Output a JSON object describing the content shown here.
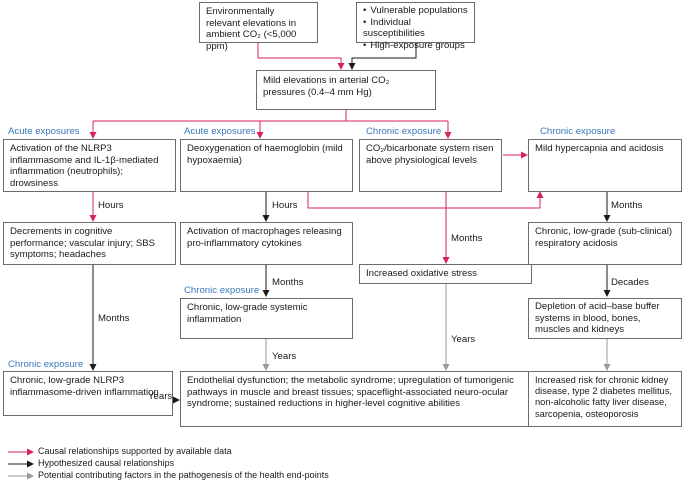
{
  "colors": {
    "red": "#d6245b",
    "black": "#1a1a1a",
    "grey": "#9a9a9a",
    "header_blue": "#3a78b8"
  },
  "top": {
    "co2_box": "Environmentally relevant elevations in ambient CO₂ (<5,000 ppm)",
    "factors": [
      "Vulnerable populations",
      "Individual susceptibilities",
      "High-exposure groups"
    ],
    "arterial_box": "Mild elevations in arterial CO₂ pressures (0.4–4 mm Hg)"
  },
  "columns": {
    "c1": {
      "header": "Acute exposures",
      "box1": "Activation of the NLRP3 inflammasome and IL-1β-mediated inflammation (neutrophils); drowsiness",
      "time1": "Hours",
      "box2": "Decrements in cognitive performance; vascular injury; SBS symptoms; headaches",
      "time2": "Months",
      "header2": "Chronic exposure",
      "box3": "Chronic, low-grade NLRP3 inflammasome-driven inflammation",
      "time3": "Years"
    },
    "c2": {
      "header": "Acute exposures",
      "box1": "Deoxygenation of haemoglobin (mild hypoxaemia)",
      "time1": "Hours",
      "box2": "Activation of macrophages releasing pro-inflammatory cytokines",
      "time2": "Months",
      "header2": "Chronic exposure",
      "box3": "Chronic, low-grade systemic inflammation",
      "time3": "Years"
    },
    "c3": {
      "header": "Chronic exposure",
      "box1": "CO₂/bicarbonate system risen above physiological levels",
      "time1": "Months",
      "box2": "Increased oxidative stress",
      "time2": "Years"
    },
    "c4": {
      "header": "Chronic exposure",
      "box1": "Mild hypercapnia and acidosis",
      "time1": "Months",
      "box2": "Chronic, low-grade (sub-clinical) respiratory acidosis",
      "time2": "Decades",
      "box3": "Depletion of acid–base buffer systems in blood, bones, muscles and kidneys"
    }
  },
  "outcomes": {
    "endothelial": "Endothelial dysfunction; the metabolic syndrome; upregulation of tumorigenic pathways in muscle and breast tissues; spaceflight-associated neuro-ocular syndrome; sustained reductions in higher-level cognitive abilities",
    "chronic_risk": "Increased risk for chronic kidney disease, type 2 diabetes mellitus, non-alcoholic fatty liver disease, sarcopenia, osteoporosis"
  },
  "legend": [
    {
      "label": "Causal relationships supported by available data",
      "color": "#d6245b"
    },
    {
      "label": "Hypothesized causal relationships",
      "color": "#1a1a1a"
    },
    {
      "label": "Potential contributing factors in the pathogenesis of the health end-points",
      "color": "#9a9a9a"
    }
  ]
}
